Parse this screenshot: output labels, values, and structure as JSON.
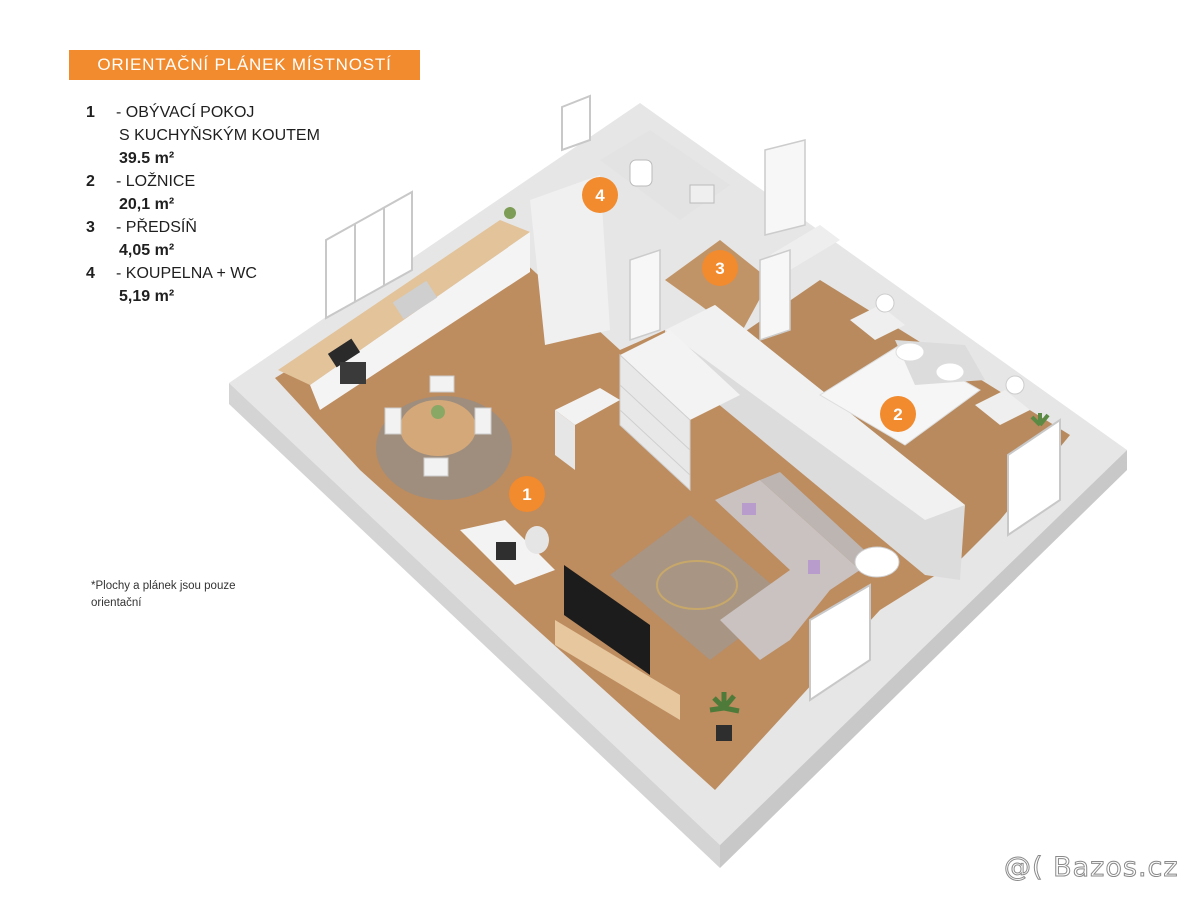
{
  "title": "ORIENTAČNÍ PLÁNEK MÍSTNOSTÍ",
  "rooms": [
    {
      "number": "1",
      "name_line1": "- OBÝVACÍ POKOJ",
      "name_line2": "S KUCHYŇSKÝM KOUTEM",
      "area": "39.5 m²"
    },
    {
      "number": "2",
      "name_line1": "- LOŽNICE",
      "area": "20,1 m²"
    },
    {
      "number": "3",
      "name_line1": "- PŘEDSÍŇ",
      "area": "4,05 m²"
    },
    {
      "number": "4",
      "name_line1": "- KOUPELNA + WC",
      "area": "5,19 m²"
    }
  ],
  "badges": [
    "1",
    "2",
    "3",
    "4"
  ],
  "note": "*Plochy a plánek jsou pouze orientační",
  "watermark": "@( Bazos.cz",
  "colors": {
    "accent": "#f28a2e",
    "floor": "#b98a5e",
    "wall": "#ececec",
    "wall_side": "#d7d7d7"
  },
  "icons": [
    "sofa-icon",
    "bed-icon",
    "tv-icon",
    "plant-icon",
    "kitchen-counter-icon",
    "dining-table-icon",
    "window-icon",
    "door-icon",
    "toilet-icon",
    "shelf-icon"
  ]
}
